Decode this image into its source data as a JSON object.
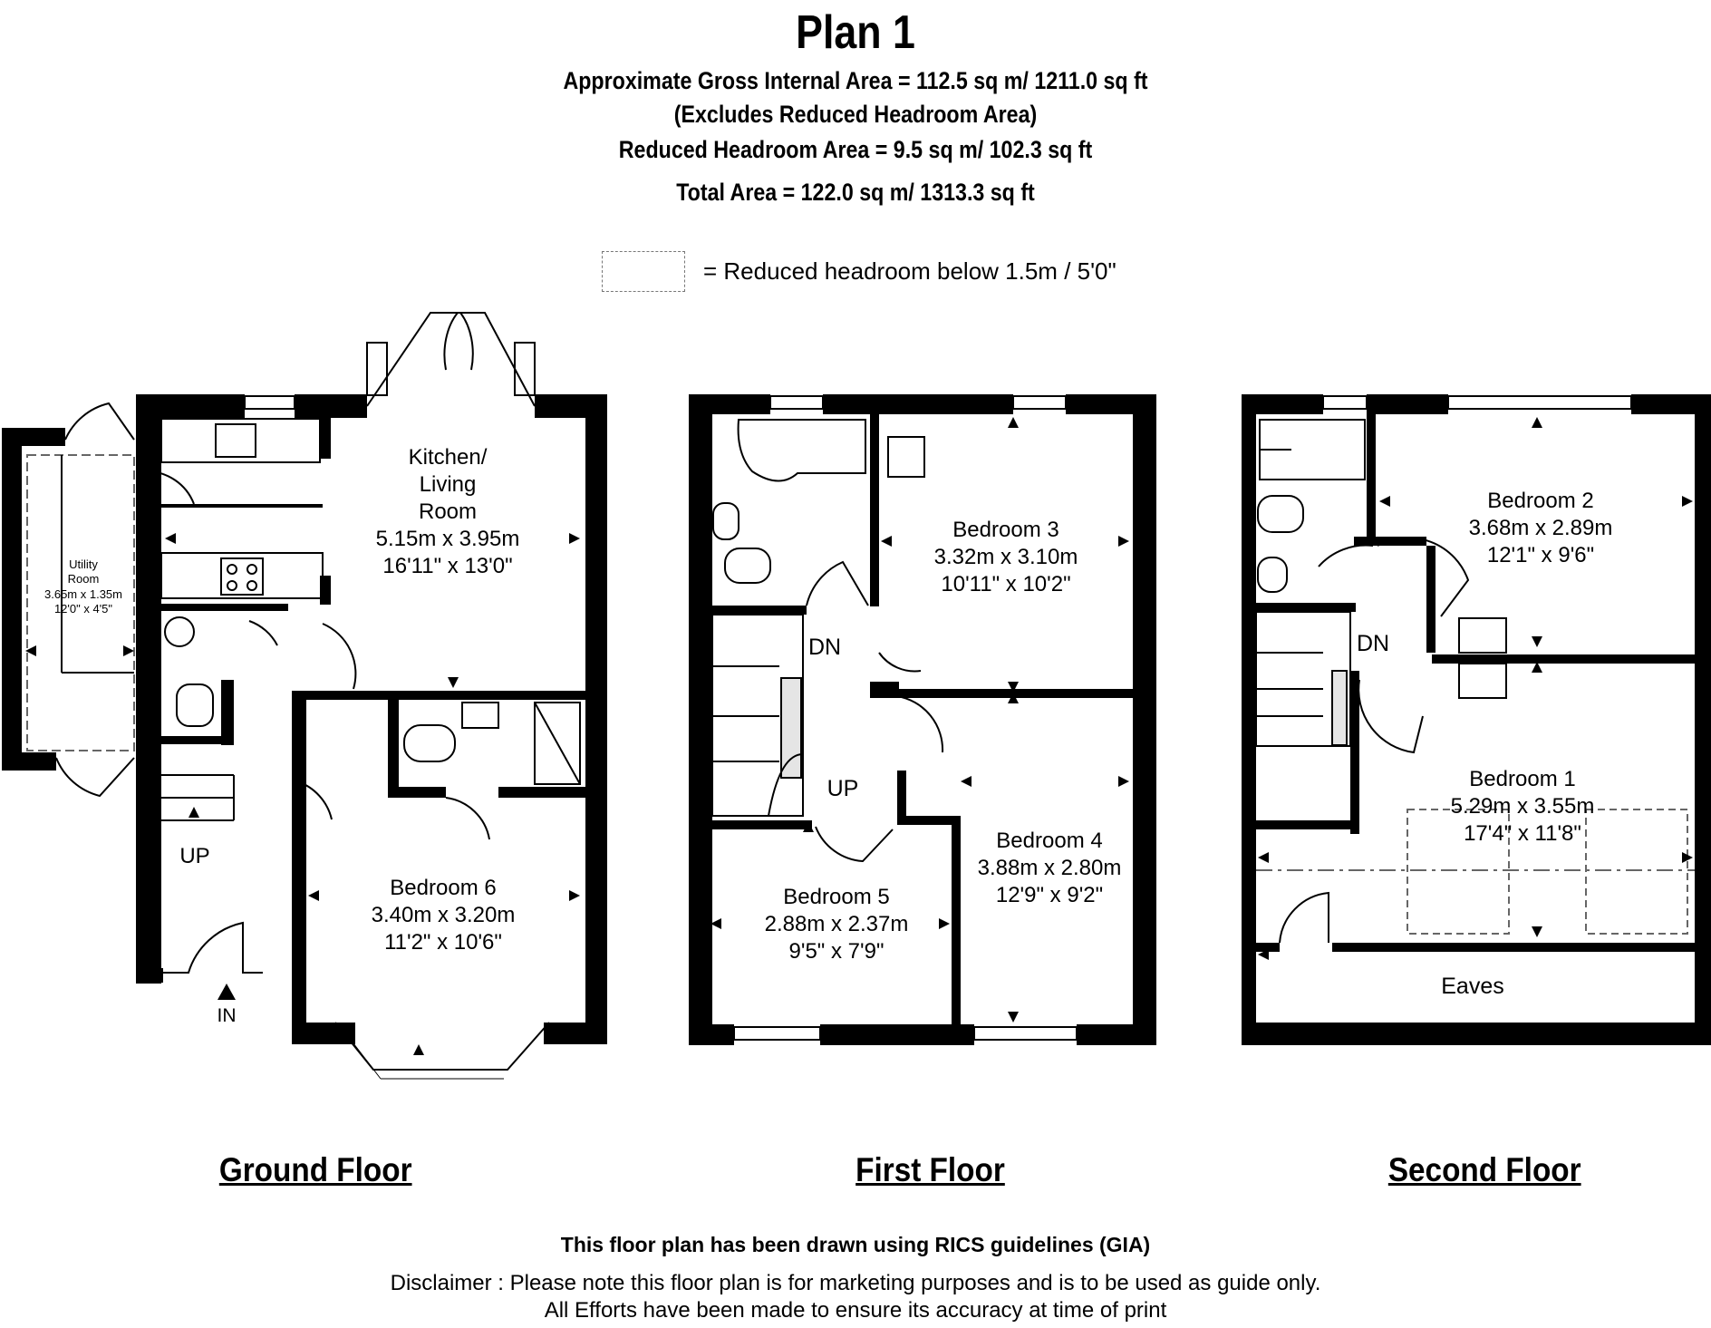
{
  "header": {
    "title": "Plan 1",
    "line1": "Approximate Gross Internal Area = 112.5 sq m/ 1211.0 sq ft",
    "line2": "(Excludes Reduced Headroom Area)",
    "line3": "Reduced Headroom Area = 9.5 sq m/ 102.3 sq ft",
    "line4": "Total Area = 122.0 sq m/ 1313.3 sq ft"
  },
  "legend": {
    "label": "= Reduced headroom below 1.5m / 5'0\""
  },
  "ground_floor": {
    "title": "Ground Floor",
    "kitchen": {
      "name1": "Kitchen/",
      "name2": "Living",
      "name3": "Room",
      "metric": "5.15m x 3.95m",
      "imperial": "16'11\" x 13'0\""
    },
    "utility": {
      "name1": "Utility",
      "name2": "Room",
      "metric": "3.65m x 1.35m",
      "imperial": "12'0\" x 4'5\""
    },
    "bedroom6": {
      "name": "Bedroom 6",
      "metric": "3.40m x 3.20m",
      "imperial": "11'2\" x 10'6\""
    },
    "up": "UP",
    "in": "IN"
  },
  "first_floor": {
    "title": "First Floor",
    "bedroom3": {
      "name": "Bedroom 3",
      "metric": "3.32m x 3.10m",
      "imperial": "10'11\" x 10'2\""
    },
    "bedroom4": {
      "name": "Bedroom 4",
      "metric": "3.88m x 2.80m",
      "imperial": "12'9\" x 9'2\""
    },
    "bedroom5": {
      "name": "Bedroom 5",
      "metric": "2.88m x 2.37m",
      "imperial": "9'5\" x 7'9\""
    },
    "dn": "DN",
    "up": "UP"
  },
  "second_floor": {
    "title": "Second Floor",
    "bedroom2": {
      "name": "Bedroom 2",
      "metric": "3.68m x 2.89m",
      "imperial": "12'1\" x 9'6\""
    },
    "bedroom1": {
      "name": "Bedroom 1",
      "metric": "5.29m x 3.55m",
      "imperial": "17'4\" x 11'8\""
    },
    "dn": "DN",
    "eaves": "Eaves"
  },
  "footer": {
    "line1": "This floor plan has been drawn using RICS guidelines (GIA)",
    "line2": "Disclaimer : Please note this floor plan is for marketing purposes and is to be used as guide only.",
    "line3": "All Efforts have been made to ensure its accuracy at time of print"
  }
}
